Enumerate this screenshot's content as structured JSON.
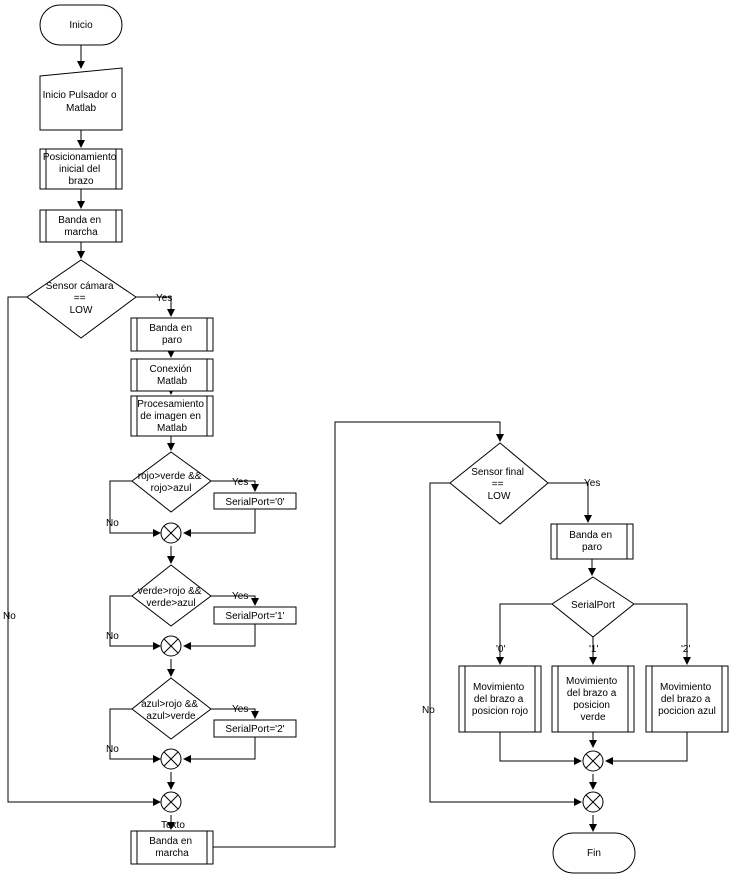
{
  "nodes": {
    "start": "Inicio",
    "input": [
      "Inicio Pulsador o",
      "Matlab"
    ],
    "pos": [
      "Posicionamiento",
      "inicial del",
      "brazo"
    ],
    "belt_on": [
      "Banda en",
      "marcha"
    ],
    "sensor_cam": [
      "Sensor cámara",
      "==",
      "LOW"
    ],
    "belt_stop": [
      "Banda en",
      "paro"
    ],
    "conn": [
      "Conexión",
      "Matlab"
    ],
    "proc": [
      "Procesamiento",
      "de imagen en",
      "Matlab"
    ],
    "dec_red": [
      "rojo>verde &&",
      "rojo>azul"
    ],
    "sp0": "SerialPort='0'",
    "dec_green": [
      "verde>rojo &&",
      "verde>azul"
    ],
    "sp1": "SerialPort='1'",
    "dec_blue": [
      "azul>rojo &&",
      "azul>verde"
    ],
    "sp2": "SerialPort='2'",
    "belt_on2": [
      "Banda en",
      "marcha"
    ],
    "sensor_final": [
      "Sensor final",
      "==",
      "LOW"
    ],
    "belt_stop2": [
      "Banda en",
      "paro"
    ],
    "serialport": "SerialPort",
    "mov_red": [
      "Movimiento",
      "del brazo a",
      "posicion rojo"
    ],
    "mov_green": [
      "Movimiento",
      "del brazo a",
      "posicion",
      "verde"
    ],
    "mov_blue": [
      "Movimiento",
      "del brazo a",
      "pocicion azul"
    ],
    "end": "Fin"
  },
  "labels": {
    "yes": "Yes",
    "no": "No",
    "texto": "Texto",
    "case0": "'0'",
    "case1": "'1'",
    "case2": "'2'"
  }
}
